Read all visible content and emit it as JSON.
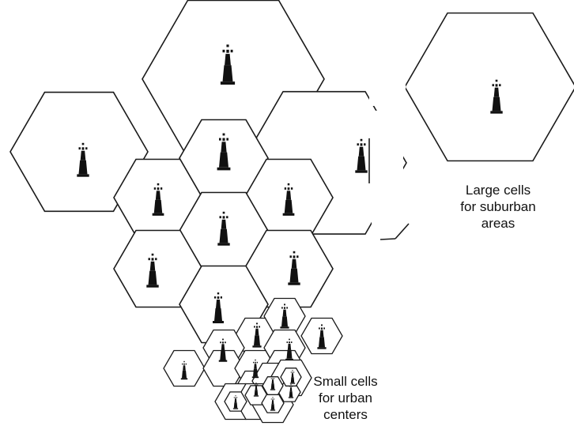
{
  "captions": {
    "large": "Large cells\nfor suburban\nareas",
    "small": "Small cells\nfor urban\ncenters"
  },
  "colors": {
    "line": "#1a1a1a",
    "tower": "#111111",
    "background": "#ffffff"
  },
  "icons": {
    "tower": "cell-tower-icon"
  },
  "cells": {
    "large_count": 4,
    "medium_count": 7,
    "small_count": 15
  }
}
